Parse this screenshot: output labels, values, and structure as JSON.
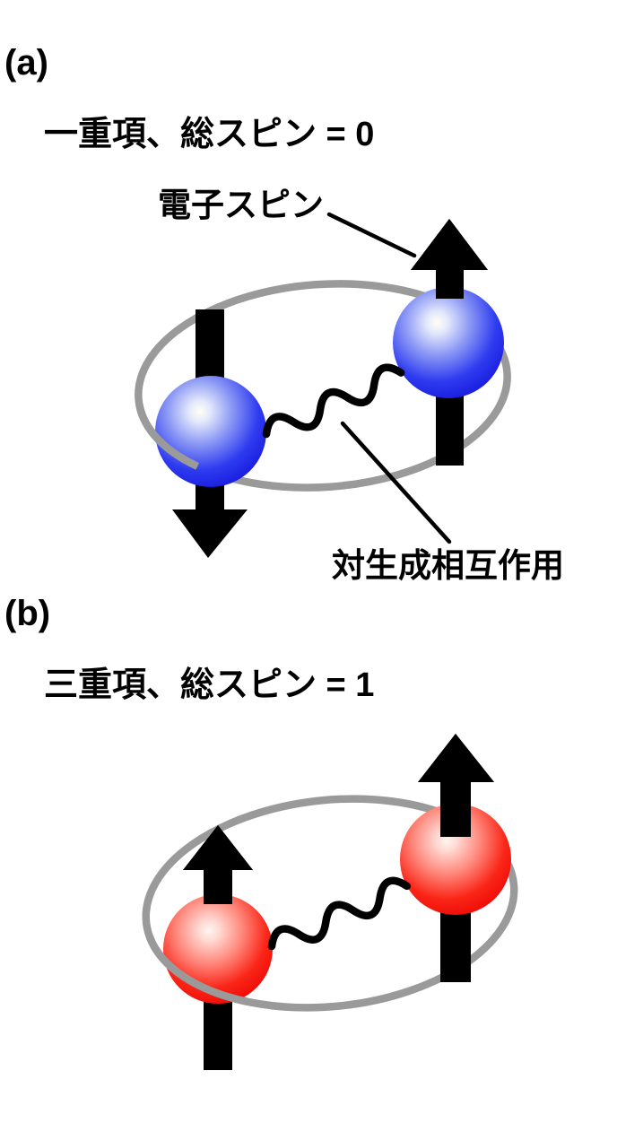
{
  "figure": {
    "panels": [
      {
        "id": "a",
        "label": "(a)",
        "title": "一重項、総スピン = 0",
        "state_name": "singlet",
        "total_spin": 0,
        "electron_color": "#1B1BEE",
        "spins": {
          "left_electron": "down",
          "right_electron": "up"
        },
        "annotations": {
          "electron_spin": "電子スピン",
          "pair_interaction": "対生成相互作用"
        }
      },
      {
        "id": "b",
        "label": "(b)",
        "title": "三重項、総スピン = 1",
        "state_name": "triplet",
        "total_spin": 1,
        "electron_color": "#EE1111",
        "spins": {
          "left_electron": "up",
          "right_electron": "up"
        },
        "annotations": {}
      }
    ],
    "colors": {
      "background": "#FFFFFF",
      "text": "#000000",
      "arrow": "#000000",
      "orbit_ring": "#9A9A9A",
      "blue_electron": "#1B1BEE",
      "red_electron": "#EE1111"
    },
    "icons": {
      "up_arrow": "spin-up-arrow-icon",
      "down_arrow": "spin-down-arrow-icon",
      "wavy_line": "pair-interaction-wave-icon"
    }
  }
}
